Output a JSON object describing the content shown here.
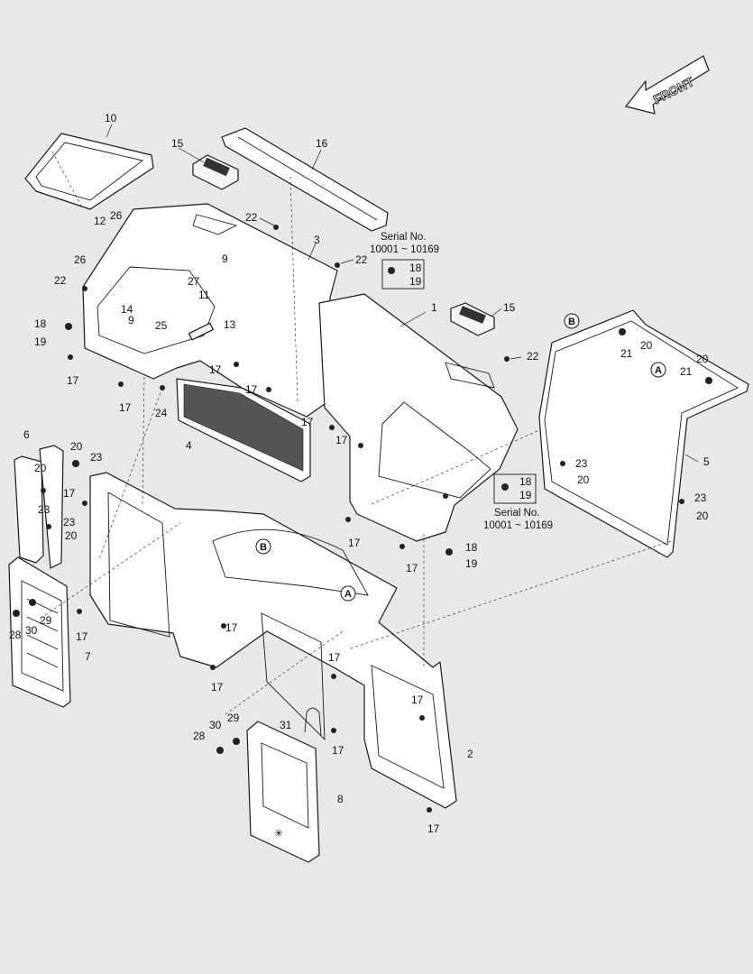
{
  "front_label": "FRONT",
  "serial_notes": [
    {
      "line1": "Serial No.",
      "line2": "10001 ~ 10169"
    },
    {
      "line1": "Serial No.",
      "line2": "10001 ~ 10169"
    }
  ],
  "reference_markers": [
    "B",
    "A",
    "B",
    "A"
  ],
  "callouts": [
    "10",
    "15",
    "16",
    "12",
    "26",
    "26",
    "22",
    "3",
    "22",
    "18",
    "19",
    "9",
    "27",
    "11",
    "14",
    "1",
    "15",
    "22",
    "18",
    "19",
    "9",
    "25",
    "13",
    "17",
    "17",
    "17",
    "24",
    "4",
    "17",
    "17",
    "17",
    "22",
    "18",
    "19",
    "6",
    "20",
    "23",
    "20",
    "17",
    "23",
    "23",
    "20",
    "5",
    "20",
    "21",
    "20",
    "21",
    "23",
    "20",
    "23",
    "20",
    "17",
    "17",
    "18",
    "19",
    "29",
    "30",
    "28",
    "7",
    "17",
    "17",
    "17",
    "17",
    "30",
    "29",
    "28",
    "31",
    "17",
    "17",
    "2",
    "8",
    "17"
  ]
}
